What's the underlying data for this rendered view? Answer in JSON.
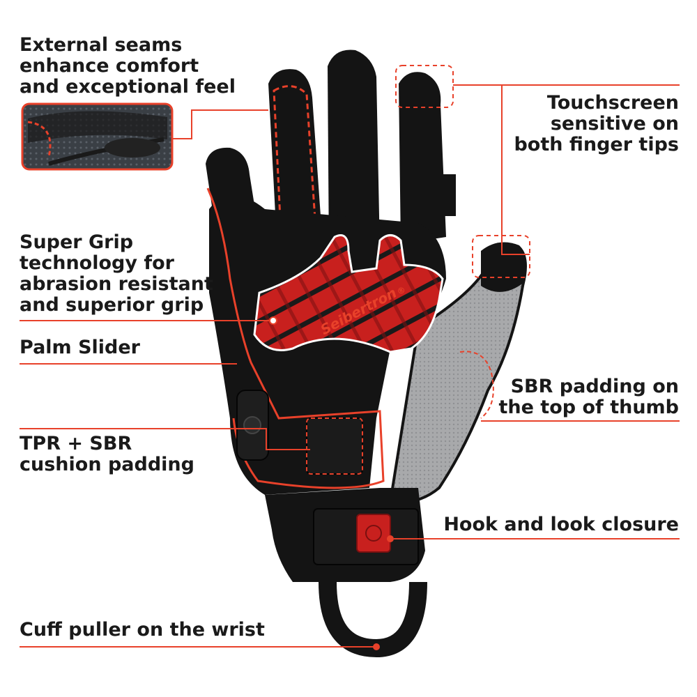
{
  "brand": "Seibertron",
  "brand_mark": "®",
  "colors": {
    "callout_line": "#e8412a",
    "glove_black": "#141414",
    "grip_red": "#c8201e",
    "thumb_grey": "#a8a9ab",
    "text": "#1a1a1a"
  },
  "callouts": {
    "external_seams": [
      "External seams",
      "enhance comfort",
      "and exceptional feel"
    ],
    "touchscreen": [
      "Touchscreen",
      "sensitive on",
      "both finger tips"
    ],
    "super_grip": [
      "Super Grip",
      "technology for",
      "abrasion resistant",
      "and superior grip"
    ],
    "palm_slider": [
      "Palm Slider"
    ],
    "sbr_padding": [
      "SBR padding on",
      "the top of thumb"
    ],
    "tpr_sbr": [
      "TPR + SBR",
      "cushion padding"
    ],
    "hook_closure": [
      "Hook and look closure"
    ],
    "cuff_puller": [
      "Cuff puller on the wrist"
    ]
  },
  "inset_image": {
    "icon": "finger-seam-closeup"
  }
}
